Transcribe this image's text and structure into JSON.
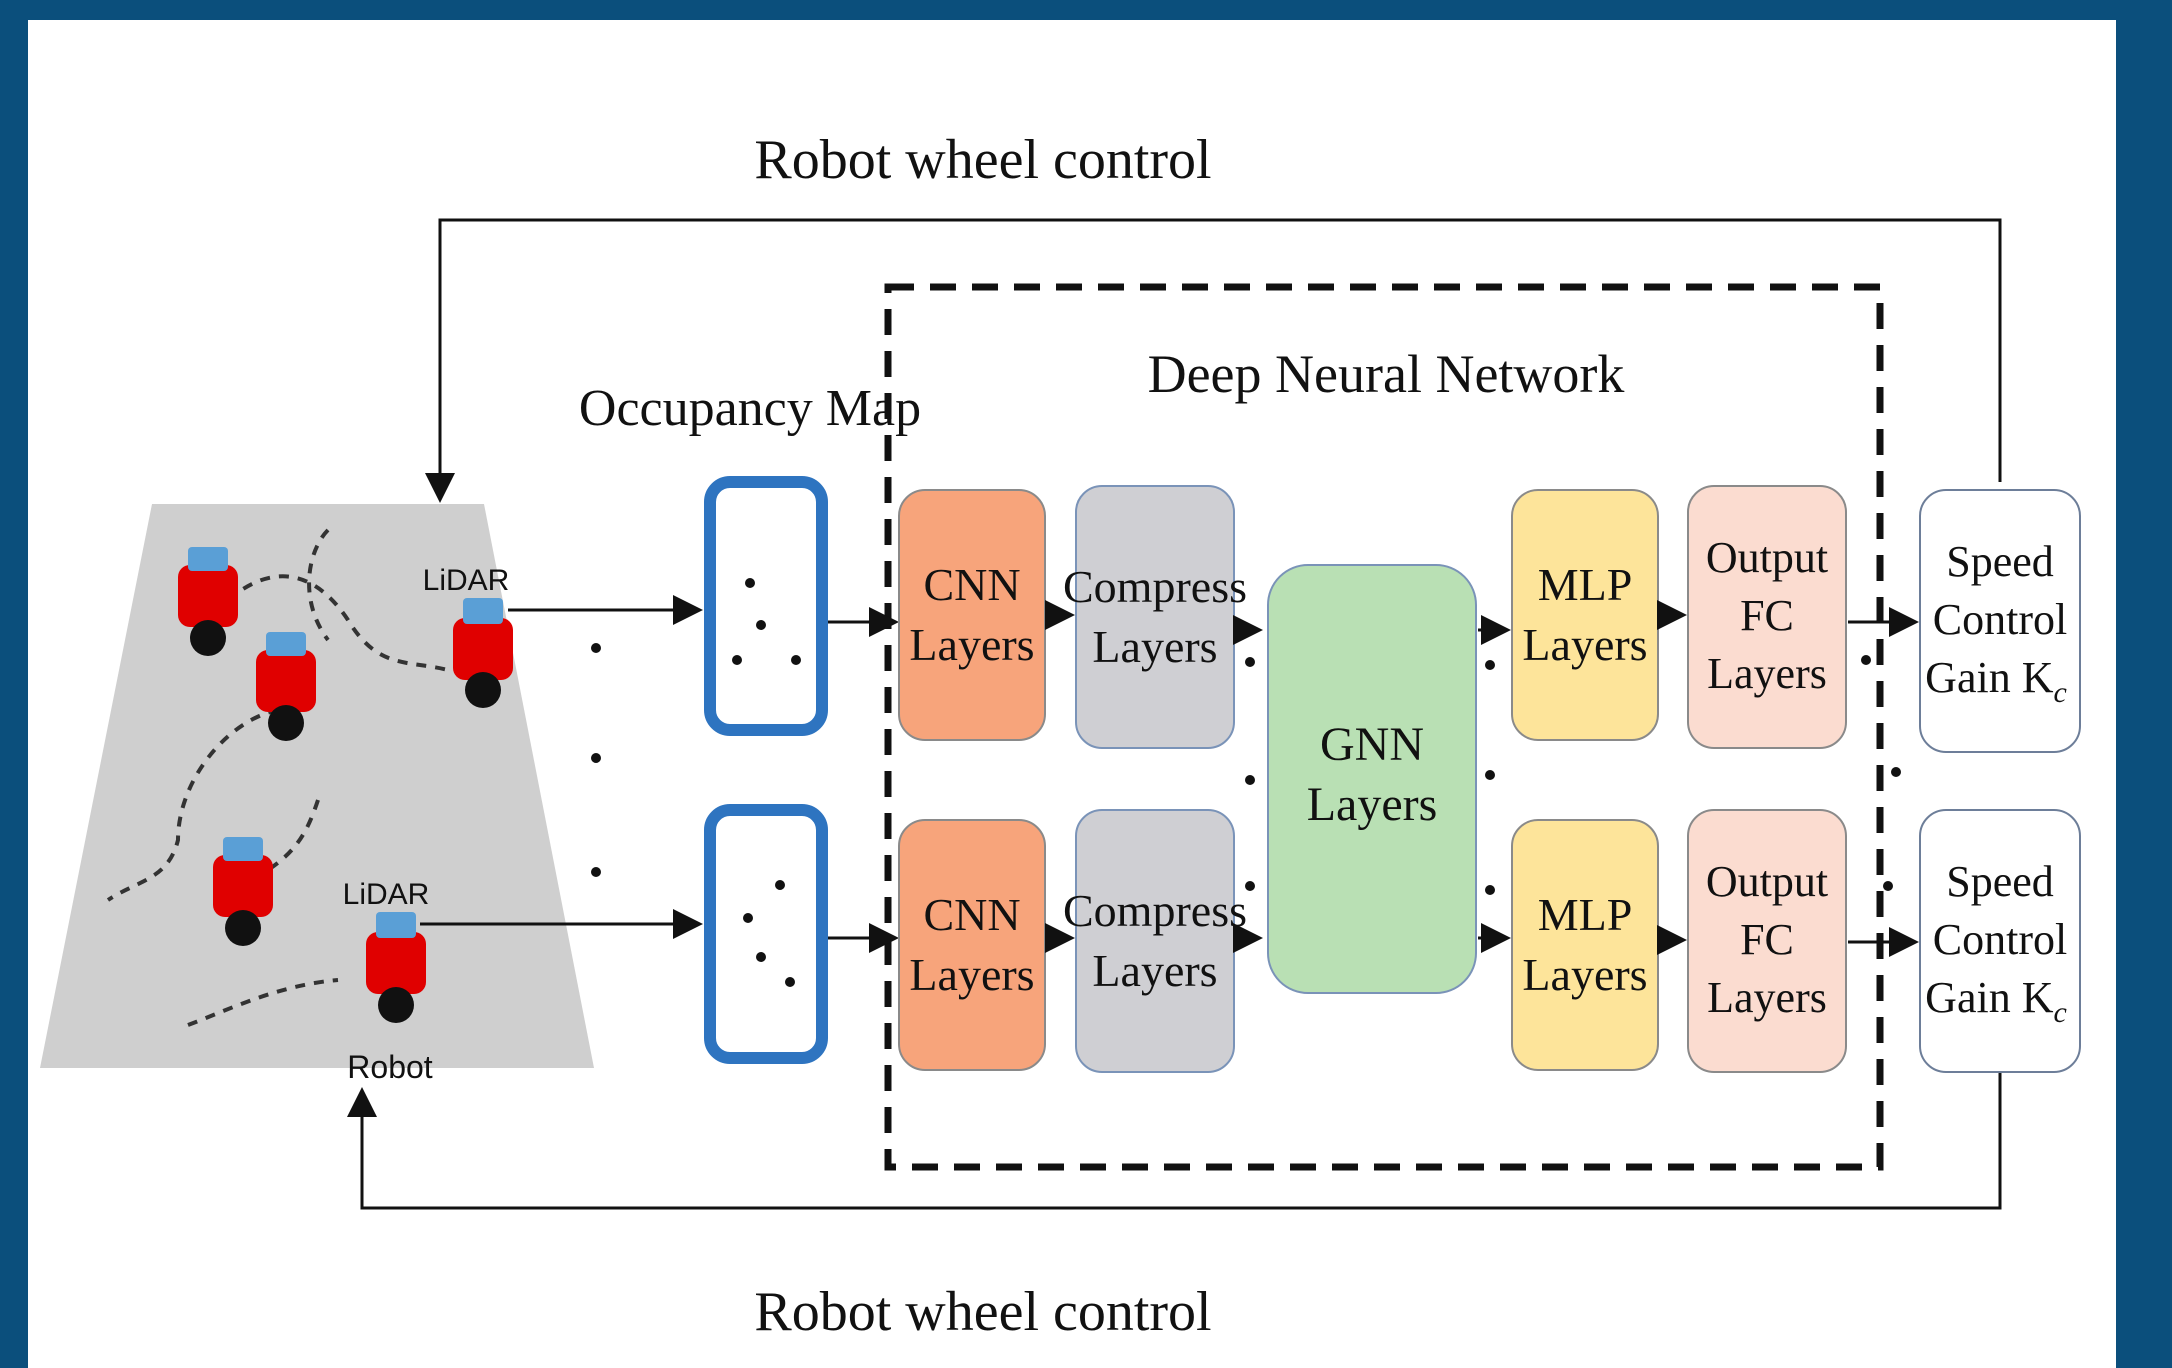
{
  "loop": {
    "top_label": "Robot wheel control",
    "bottom_label": "Robot wheel control"
  },
  "environment": {
    "lidar_top": "LiDAR",
    "lidar_bottom": "LiDAR",
    "robot_label": "Robot"
  },
  "occupancy": {
    "title": "Occupancy Map"
  },
  "dnn": {
    "title": "Deep Neural Network"
  },
  "blocks": {
    "cnn": [
      "CNN",
      "Layers"
    ],
    "compress": [
      "Compress",
      "Layers"
    ],
    "gnn": [
      "GNN",
      "Layers"
    ],
    "mlp": [
      "MLP",
      "Layers"
    ],
    "output": [
      "Output",
      "FC",
      "Layers"
    ],
    "speed": [
      "Speed",
      "Control",
      "Gain K"
    ],
    "speed_subscript": "c"
  },
  "colors": {
    "background": "#0b4f7c",
    "cnn": "#f7a47b",
    "compress": "#cfcfd3",
    "gnn": "#b9e0b4",
    "mlp": "#fde49a",
    "output": "#fbdcd0",
    "speed": "#ffffff",
    "map_border": "#2e74c0",
    "robot": "#e00000",
    "floor": "#cfcfcf"
  },
  "icons": [
    "robot-icon",
    "lidar-icon",
    "arrow-icon"
  ]
}
